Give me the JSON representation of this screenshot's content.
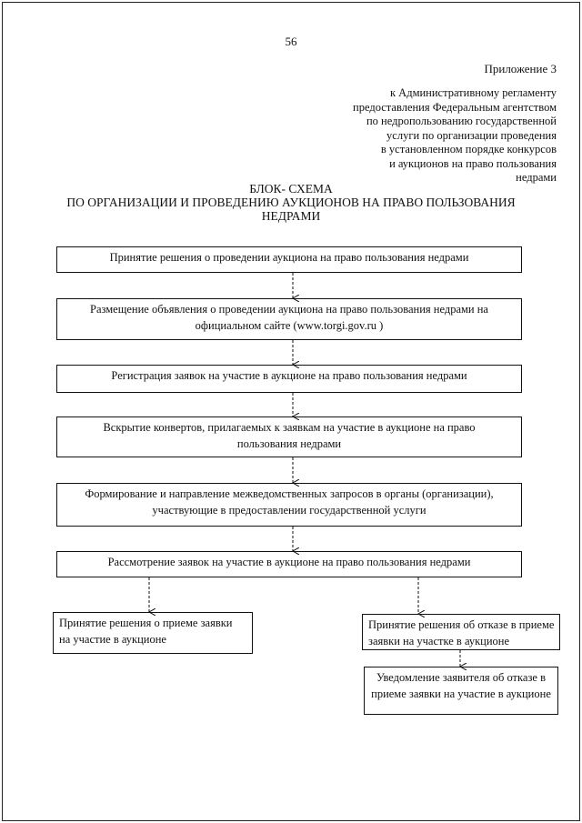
{
  "page_number": "56",
  "appendix_label": "Приложение 3",
  "regulation_text": "к Административному регламенту\nпредоставления Федеральным агентством\nпо недропользованию государственной\nуслуги по организации проведения\nв установленном порядке конкурсов\nи аукционов на право пользования\nнедрами",
  "title": {
    "line1": "БЛОК- СХЕМА",
    "line2": "ПО ОРГАНИЗАЦИИ И ПРОВЕДЕНИЮ АУКЦИОНОВ НА ПРАВО ПОЛЬЗОВАНИЯ",
    "line3": "НЕДРАМИ"
  },
  "steps": {
    "s1": "Принятие решения о проведении аукциона на право пользования недрами",
    "s2": "Размещение объявления о проведении аукциона на право пользования недрами на официальном сайте (www.torgi.gov.ru )",
    "s3": "Регистрация заявок на участие в аукционе на право пользования недрами",
    "s4": "Вскрытие конвертов, прилагаемых к заявкам на участие в аукционе на право пользования недрами",
    "s5": "Формирование и направление межведомственных запросов в органы (организации), участвующие в предоставлении государственной услуги",
    "s6": "Рассмотрение заявок на участие в аукционе на право пользования недрами",
    "accept": "Принятие решения о приеме заявки на участие в аукционе",
    "reject": "Принятие решения об отказе в приеме заявки на участке в аукционе",
    "notify": "Уведомление заявителя об отказе в приеме заявки на участие в аукционе"
  }
}
